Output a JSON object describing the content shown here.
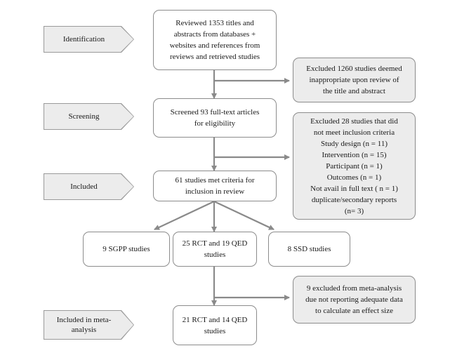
{
  "stages": {
    "identification": [
      "Identification"
    ],
    "screening": [
      "Screening"
    ],
    "included": [
      "Included"
    ],
    "meta": [
      "Included in meta-",
      "analysis"
    ]
  },
  "boxes": {
    "reviewed": [
      "Reviewed 1353 titles and",
      "abstracts from databases +",
      "websites and references from",
      "reviews and retrieved studies"
    ],
    "excluded1260": [
      "Excluded 1260 studies deemed",
      "inappropriate upon review of",
      "the title and abstract"
    ],
    "screened": [
      "Screened 93 full-text articles",
      "for eligibility"
    ],
    "excluded28": [
      "Excluded 28 studies that did",
      "not meet inclusion criteria",
      "Study design (n = 11)",
      "Intervention (n = 15)",
      "Participant (n = 1)",
      "Outcomes (n = 1)",
      "Not avail in full text ( n = 1)",
      "duplicate/secondary reports",
      "(n= 3)"
    ],
    "met61": [
      "61 studies met criteria for",
      "inclusion in review"
    ],
    "sgpp": [
      "9 SGPP studies"
    ],
    "rct25": [
      "25 RCT and 19 QED",
      "studies"
    ],
    "ssd": [
      "8 SSD studies"
    ],
    "excluded9": [
      "9 excluded from meta-analysis",
      "due not reporting adequate data",
      "to calculate an effect size"
    ],
    "rct21": [
      "21 RCT and 14 QED",
      "studies"
    ]
  }
}
